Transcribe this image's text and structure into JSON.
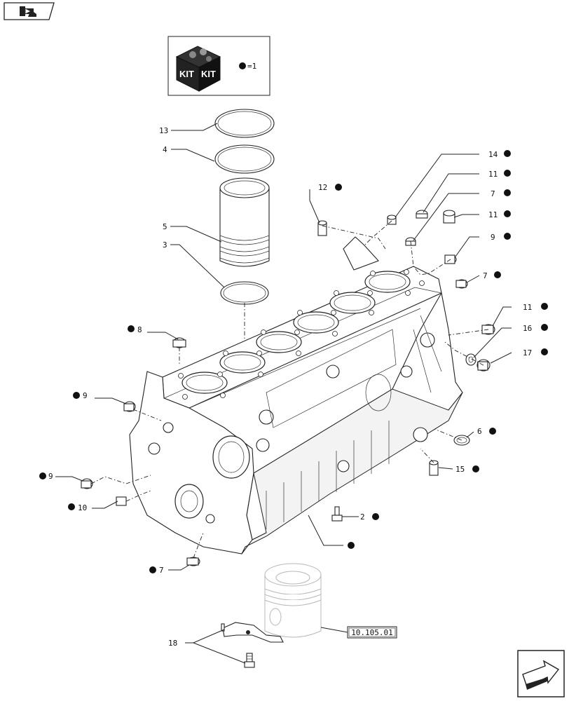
{
  "kit_box": {
    "kit_label_left": "KIT",
    "kit_label_right": "KIT",
    "legend_text": "=1"
  },
  "reference_box": {
    "text": "10.105.01"
  },
  "callouts": [
    {
      "id": "c13",
      "label": "13",
      "kit": false
    },
    {
      "id": "c4",
      "label": "4",
      "kit": false
    },
    {
      "id": "c5",
      "label": "5",
      "kit": false
    },
    {
      "id": "c3",
      "label": "3",
      "kit": false
    },
    {
      "id": "c12",
      "label": "12",
      "kit": true
    },
    {
      "id": "c14",
      "label": "14",
      "kit": true
    },
    {
      "id": "c11a",
      "label": "11",
      "kit": true
    },
    {
      "id": "c7a",
      "label": "7",
      "kit": true
    },
    {
      "id": "c11b",
      "label": "11",
      "kit": true
    },
    {
      "id": "c9a",
      "label": "9",
      "kit": true
    },
    {
      "id": "c7b",
      "label": "7",
      "kit": true
    },
    {
      "id": "c11c",
      "label": "11",
      "kit": true
    },
    {
      "id": "c16",
      "label": "16",
      "kit": true
    },
    {
      "id": "c17",
      "label": "17",
      "kit": true
    },
    {
      "id": "c8",
      "label": "8",
      "kit": true
    },
    {
      "id": "c9b",
      "label": "9",
      "kit": true
    },
    {
      "id": "c6",
      "label": "6",
      "kit": true
    },
    {
      "id": "c15",
      "label": "15",
      "kit": true
    },
    {
      "id": "c9c",
      "label": "9",
      "kit": true
    },
    {
      "id": "c10",
      "label": "10",
      "kit": true
    },
    {
      "id": "c2",
      "label": "2",
      "kit": true
    },
    {
      "id": "c7c",
      "label": "7",
      "kit": true
    },
    {
      "id": "c18",
      "label": "18",
      "kit": false
    },
    {
      "id": "c1",
      "label": "",
      "kit": true
    }
  ],
  "icons": {
    "top_left": "book-navigation-icon",
    "bottom_right": "next-page-arrow-icon"
  }
}
